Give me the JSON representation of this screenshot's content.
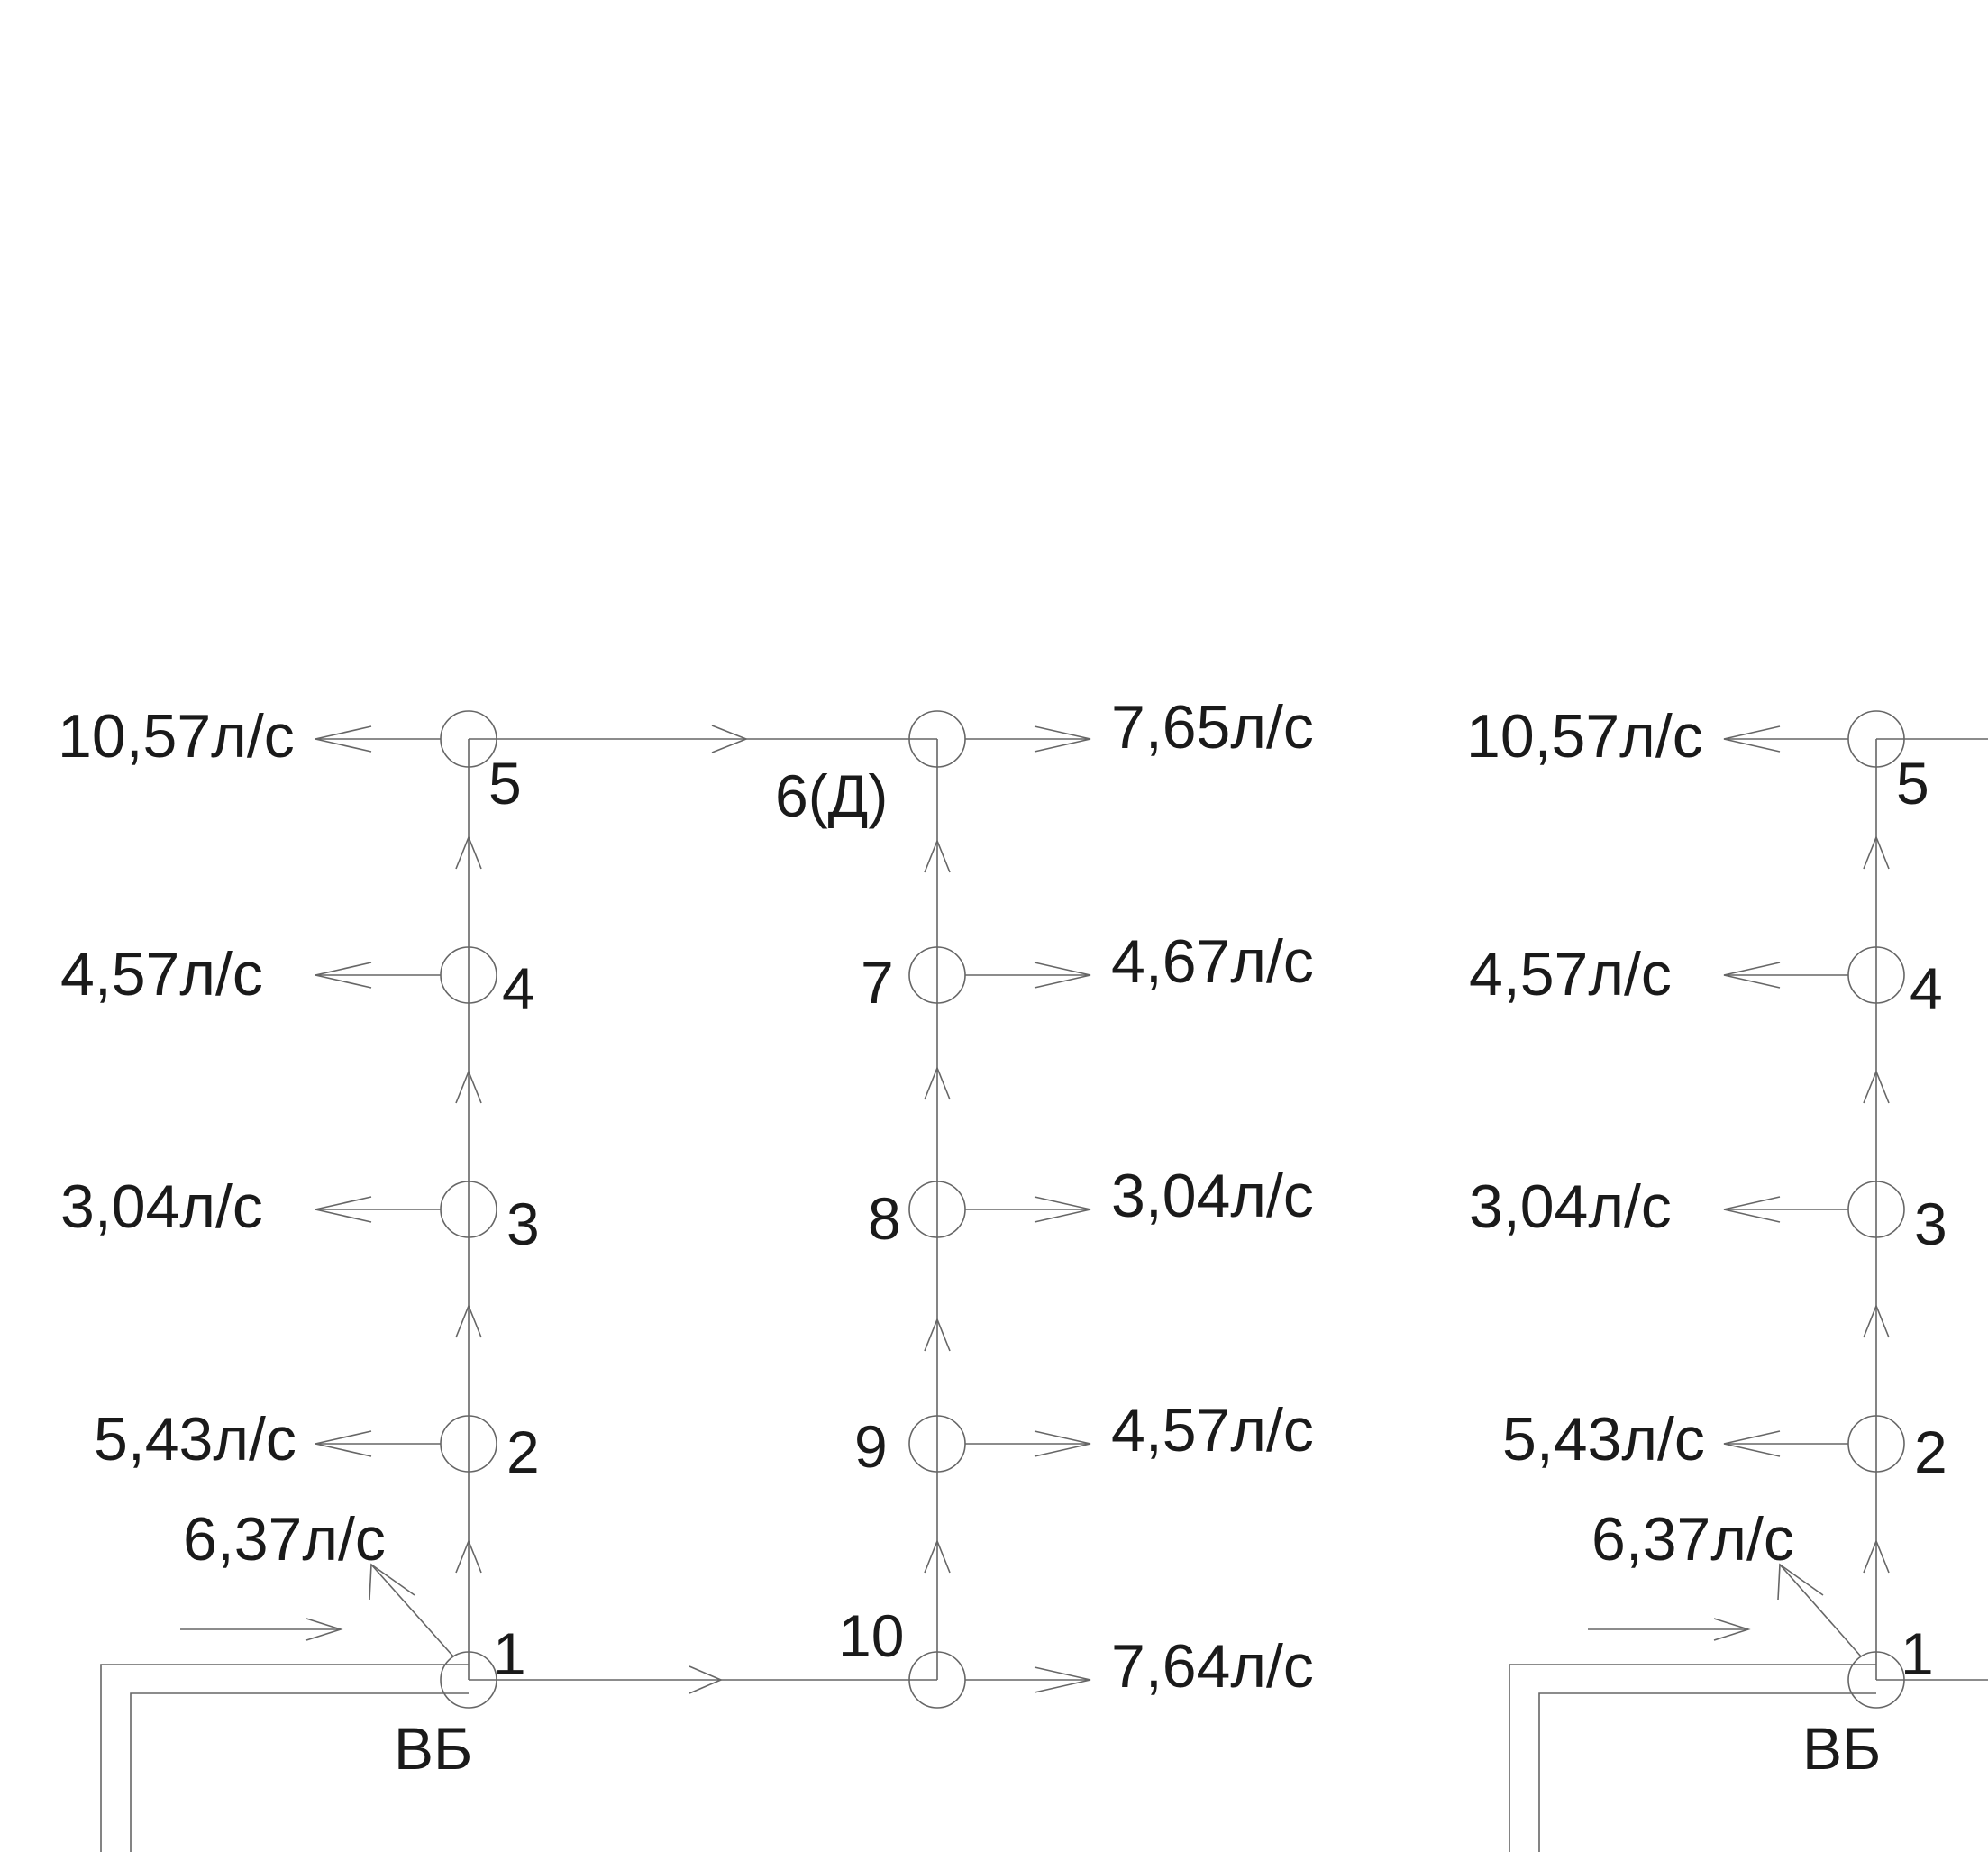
{
  "schemes": [
    {
      "nodes": {
        "n1": "1",
        "n2": "2",
        "n3": "3",
        "n4": "4",
        "n5": "5",
        "n6": "6(Д)",
        "n7": "7",
        "n8": "8",
        "n9": "9",
        "n10": "10"
      },
      "source_label": "ВБ",
      "flows": {
        "n1": "6,37л/с",
        "n2": "5,43л/с",
        "n3": "3,04л/с",
        "n4": "4,57л/с",
        "n5": "10,57л/с",
        "n6": "7,65л/с",
        "n7": "4,67л/с",
        "n8": "3,04л/с",
        "n9": "4,57л/с",
        "n10": "7,64л/с"
      }
    },
    {
      "nodes": {
        "n1": "1",
        "n2": "2",
        "n3": "3",
        "n4": "4",
        "n5": "5"
      },
      "source_label": "ВБ",
      "flows": {
        "n1": "6,37л/с",
        "n2": "5,43л/с",
        "n3": "3,04л/с",
        "n4": "4,57л/с",
        "n5": "10,57л/с"
      }
    }
  ]
}
